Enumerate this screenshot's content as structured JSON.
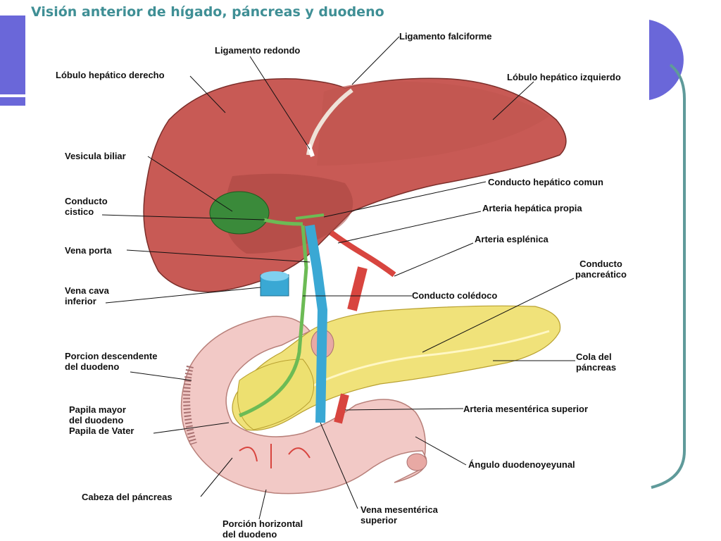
{
  "title": "Visión anterior de hígado, páncreas y duodeno",
  "colors": {
    "liver": "#c85a55",
    "liver_dark": "#a84640",
    "gallbladder": "#3a8a3a",
    "duct": "#6cbb55",
    "portal_vein": "#3aa8d4",
    "artery": "#d8453f",
    "pancreas": "#f0e27a",
    "duodenum": "#f2c9c6",
    "accent_purple": "#6a67d9",
    "accent_teal": "#5f9a9a",
    "title": "#3f8f95"
  },
  "labels": {
    "ligamento_falciforme": "Ligamento falciforme",
    "ligamento_redondo": "Ligamento redondo",
    "lobulo_derecho": "Lóbulo hepático derecho",
    "lobulo_izquierdo": "Lóbulo hepático izquierdo",
    "vesicula_biliar": "Vesicula biliar",
    "conducto_cistico_1": "Conducto",
    "conducto_cistico_2": "cistico",
    "conducto_hepatico_comun": "Conducto hepático comun",
    "arteria_hepatica_propia": "Arteria hepática propia",
    "vena_porta": "Vena porta",
    "arteria_esplenica": "Arteria esplénica",
    "conducto_pancreatico_1": "Conducto",
    "conducto_pancreatico_2": "pancreático",
    "vena_cava_1": "Vena cava",
    "vena_cava_2": "inferior",
    "conducto_coledoco": "Conducto colédoco",
    "porcion_descendente_1": "Porcion descendente",
    "porcion_descendente_2": "del duodeno",
    "cola_pancreas_1": "Cola del",
    "cola_pancreas_2": "páncreas",
    "papila_1": "Papila mayor",
    "papila_2": "del duodeno",
    "papila_3": "Papila de Vater",
    "arteria_mesenterica": "Arteria mesentérica superior",
    "angulo_duodenoyeyunal": "Ángulo duodenoyeyunal",
    "cabeza_pancreas": "Cabeza del páncreas",
    "porcion_horizontal_1": "Porción horizontal",
    "porcion_horizontal_2": "del duodeno",
    "vena_mesenterica_1": "Vena mesentérica",
    "vena_mesenterica_2": "superior"
  }
}
